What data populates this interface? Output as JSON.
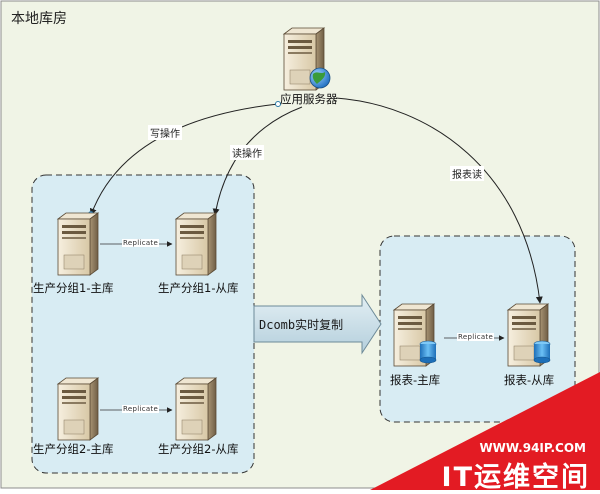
{
  "frame": {
    "title": "本地库房"
  },
  "nodes": {
    "app_server": "应用服务器",
    "g1_master": "生产分组1-主库",
    "g1_slave": "生产分组1-从库",
    "g2_master": "生产分组2-主库",
    "g2_slave": "生产分组2-从库",
    "rep_master": "报表-主库",
    "rep_slave": "报表-从库"
  },
  "edges": {
    "write": "写操作",
    "read": "读操作",
    "report_read": "报表读",
    "replicate": "Replicate"
  },
  "big_arrow": {
    "label": "Dcomb实时复制"
  },
  "watermark": {
    "url": "WWW.94IP.COM",
    "name": "IT运维空间"
  },
  "colors": {
    "frame_bg": "#f0f4e6",
    "group_bg": "#d8ecf3",
    "arrow_fill": "#c4dbe6",
    "watermark_red": "#e31b23",
    "server_body": "#e8dcc4",
    "db_blue": "#2f8fd6",
    "globe_green": "#3a9b3a"
  }
}
